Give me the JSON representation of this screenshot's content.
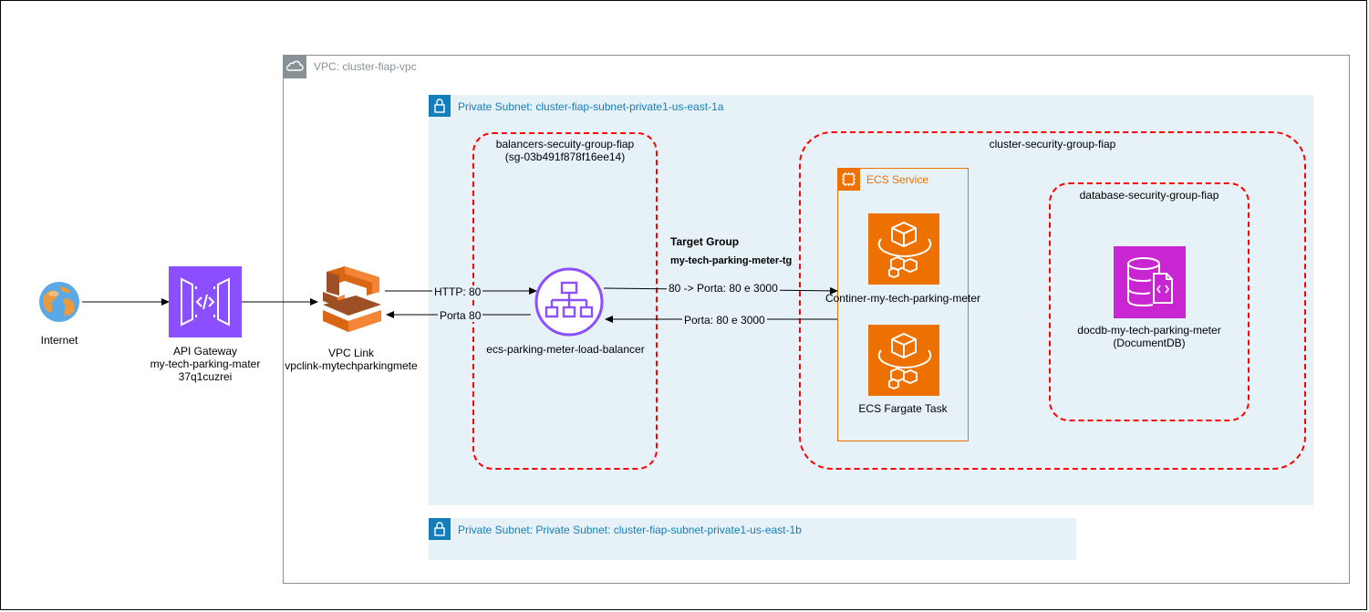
{
  "vpc": {
    "label": "VPC: cluster-fiap-vpc"
  },
  "subnets": [
    {
      "label": "Private Subnet: cluster-fiap-subnet-private1-us-east-1a"
    },
    {
      "label": "Private Subnet: Private Subnet: cluster-fiap-subnet-private1-us-east-1b"
    }
  ],
  "security_groups": {
    "balancers": {
      "name": "balancers-secuity-group-fiap",
      "id": "(sg-03b491f878f16ee14)"
    },
    "cluster": {
      "name": "cluster-security-group-fiap"
    },
    "database": {
      "name": "database-security-group-fiap"
    }
  },
  "nodes": {
    "internet": {
      "label": "Internet"
    },
    "api_gateway": {
      "line1": "API Gateway",
      "line2": "my-tech-parking-mater",
      "line3": "37q1cuzrei"
    },
    "vpc_link": {
      "line1": "VPC Link",
      "line2": "vpclink-mytechparkingmete"
    },
    "load_balancer": {
      "label": "ecs-parking-meter-load-balancer"
    },
    "ecs_service": {
      "label": "ECS Service"
    },
    "container": {
      "label": "Continer-my-tech-parking-meter"
    },
    "fargate": {
      "label": "ECS Fargate Task"
    },
    "docdb": {
      "line1": "docdb-my-tech-parking-meter",
      "line2": "(DocumentDB)"
    }
  },
  "target_group": {
    "title": "Target Group",
    "name": "my-tech-parking-meter-tg"
  },
  "edges": {
    "vpclink_to_lb": "HTTP: 80",
    "lb_to_vpclink": "Porta 80",
    "lb_to_container": "80 -> Porta: 80 e 3000",
    "container_to_lb": "Porta: 80 e 3000"
  },
  "colors": {
    "vpc_border": "#879196",
    "subnet_fill": "#e6f2f8",
    "subnet_accent": "#147eba",
    "security_group": "#ff0000",
    "ecs_orange": "#ed7100",
    "api_gateway_purple": "#8c4fff",
    "elb_purple": "#8c4fff",
    "docdb_magenta": "#c925d1"
  }
}
